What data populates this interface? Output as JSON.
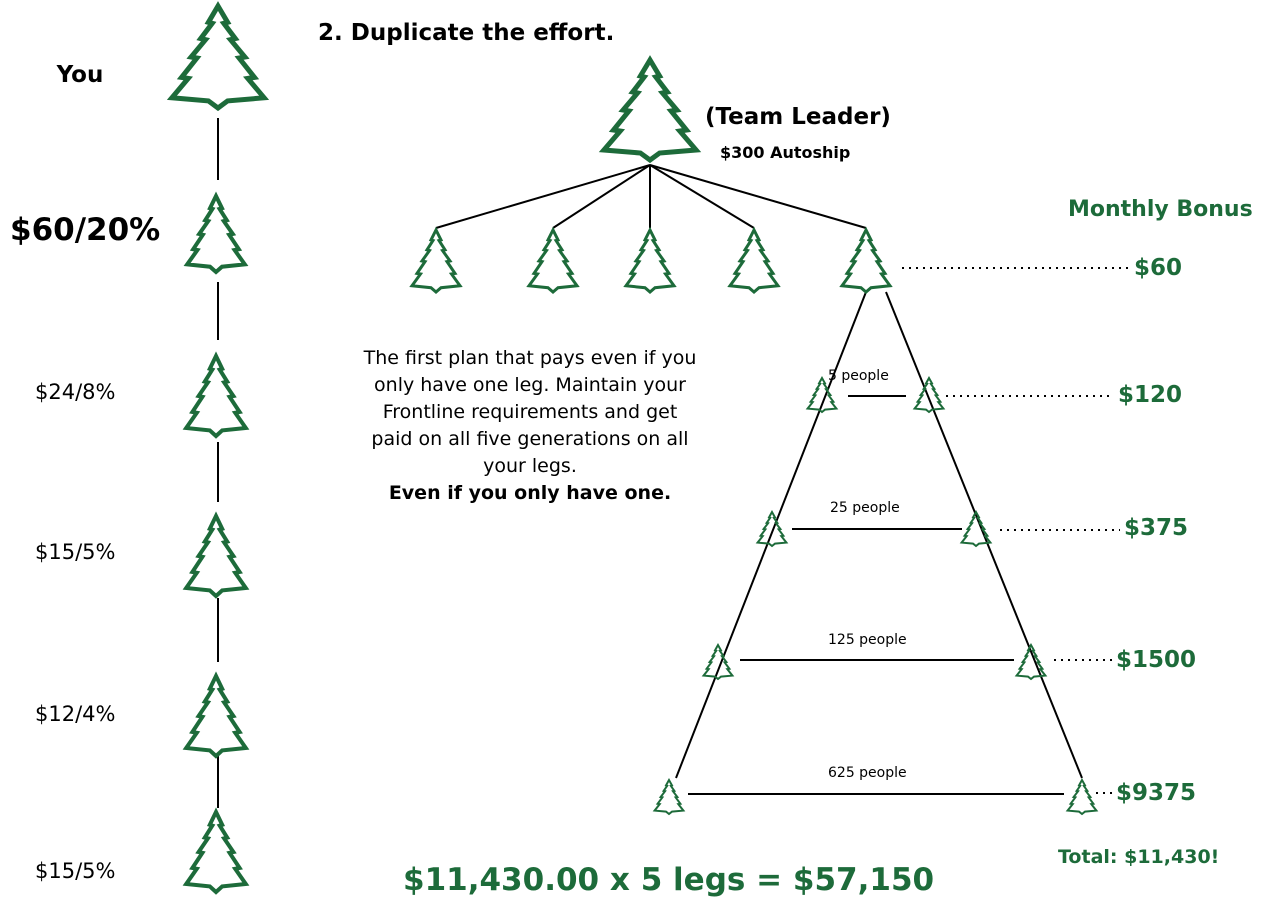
{
  "header": {
    "step_number": "2.",
    "step_text": "Duplicate the effort."
  },
  "left_column": [
    {
      "label": "You"
    },
    {
      "label": "$60/20%"
    },
    {
      "label": "$24/8%"
    },
    {
      "label": "$15/5%"
    },
    {
      "label": "$12/4%"
    },
    {
      "label": "$15/5%"
    }
  ],
  "team_leader": {
    "title": "(Team Leader)",
    "subtitle": "$300 Autoship"
  },
  "bonus_header": "Monthly Bonus",
  "levels": [
    {
      "people": "",
      "bonus": "$60"
    },
    {
      "people": "5 people",
      "bonus": "$120"
    },
    {
      "people": "25 people",
      "bonus": "$375"
    },
    {
      "people": "125 people",
      "bonus": "$1500"
    },
    {
      "people": "625 people",
      "bonus": "$9375"
    }
  ],
  "total": "Total: $11,430!",
  "description": {
    "line1": "The first plan that pays even if you",
    "line2": "only have one leg.  Maintain your",
    "line3": "Frontline requirements and get",
    "line4": "paid on all five generations on all",
    "line5": "your legs.",
    "bold": "Even if you only have one."
  },
  "footer": "$11,430.00 x 5 legs = $57,150",
  "colors": {
    "tree": "#1d6b3a",
    "accent": "#1d6b3a",
    "line": "#000000"
  }
}
